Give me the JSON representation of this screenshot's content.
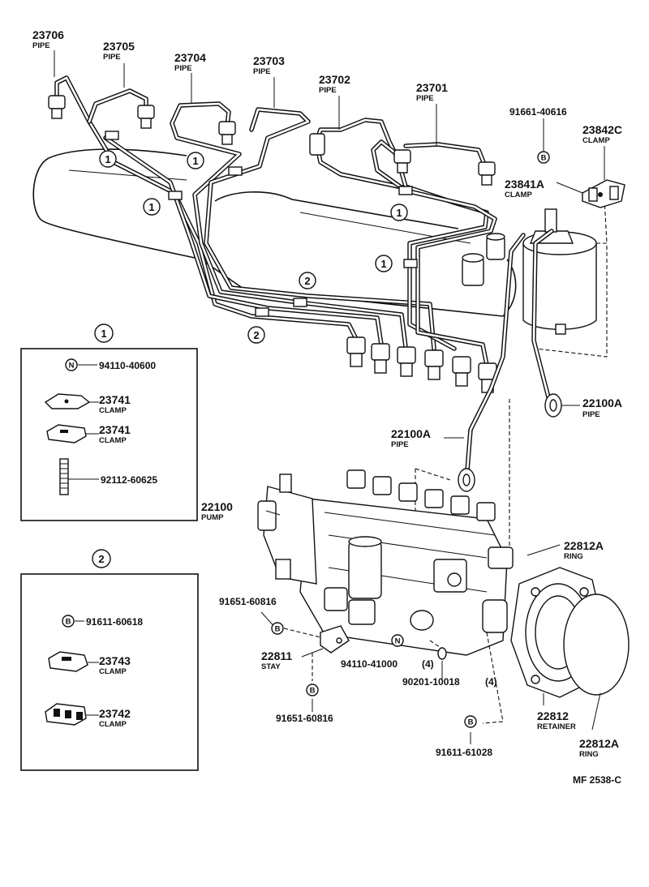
{
  "labels": {
    "p23706": {
      "num": "23706",
      "name": "PIPE"
    },
    "p23705": {
      "num": "23705",
      "name": "PIPE"
    },
    "p23704": {
      "num": "23704",
      "name": "PIPE"
    },
    "p23703": {
      "num": "23703",
      "name": "PIPE"
    },
    "p23702": {
      "num": "23702",
      "name": "PIPE"
    },
    "p23701": {
      "num": "23701",
      "name": "PIPE"
    },
    "bolt_91661": {
      "num": "91661-40616"
    },
    "clamp_23842c": {
      "num": "23842C",
      "name": "CLAMP"
    },
    "clamp_23841a": {
      "num": "23841A",
      "name": "CLAMP"
    },
    "pipe_22100a_right": {
      "num": "22100A",
      "name": "PIPE"
    },
    "pipe_22100a_mid": {
      "num": "22100A",
      "name": "PIPE"
    },
    "pump_22100": {
      "num": "22100",
      "name": "PUMP"
    },
    "ring_22812a_top": {
      "num": "22812A",
      "name": "RING"
    },
    "bolt_91651_top": {
      "num": "91651-60816"
    },
    "stay_22811": {
      "num": "22811",
      "name": "STAY"
    },
    "nut_94110_41000": {
      "num": "94110-41000",
      "qty": "(4)"
    },
    "washer_90201": {
      "num": "90201-10018",
      "qty": "(4)"
    },
    "retainer_22812": {
      "num": "22812",
      "name": "RETAINER"
    },
    "ring_22812a_bottom": {
      "num": "22812A",
      "name": "RING"
    },
    "bolt_91651_bottom": {
      "num": "91651-60816"
    },
    "bolt_91611_61028": {
      "num": "91611-61028"
    },
    "footer_code": "MF  2538-C"
  },
  "callouts": {
    "one": "1",
    "two": "2"
  },
  "symbols": {
    "nut": "N",
    "bolt": "B"
  },
  "box1": {
    "header": "1",
    "items": [
      {
        "symbol": "N",
        "num": "94110-40600",
        "name": ""
      },
      {
        "symbol": "",
        "num": "23741",
        "name": "CLAMP"
      },
      {
        "symbol": "",
        "num": "23741",
        "name": "CLAMP"
      },
      {
        "symbol": "",
        "num": "92112-60625",
        "name": ""
      }
    ]
  },
  "box2": {
    "header": "2",
    "items": [
      {
        "symbol": "B",
        "num": "91611-60618",
        "name": ""
      },
      {
        "symbol": "",
        "num": "23743",
        "name": "CLAMP"
      },
      {
        "symbol": "",
        "num": "23742",
        "name": "CLAMP"
      }
    ]
  },
  "colors": {
    "ink": "#111111",
    "paper": "#ffffff"
  }
}
